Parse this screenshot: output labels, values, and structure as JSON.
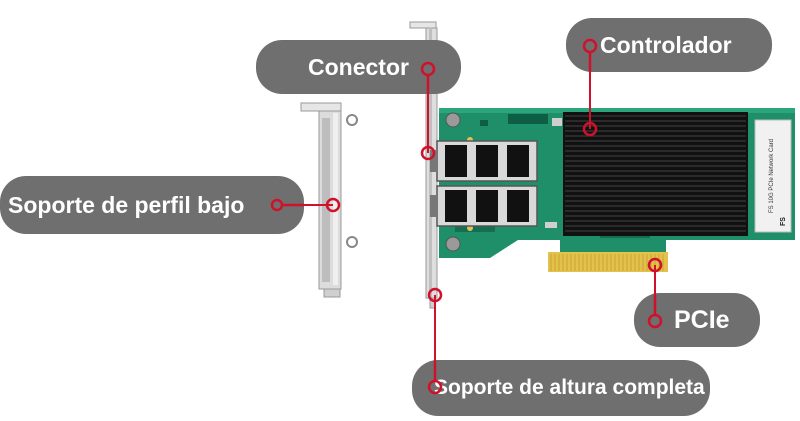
{
  "labels": {
    "conector": "Conector",
    "controlador": "Controlador",
    "soporte_bajo": "Soporte de perfil bajo",
    "pcie": "PCIe",
    "soporte_completo": "Soporte de altura completa"
  },
  "card": {
    "brand_mark": "FS",
    "sticker_text": "FS 10G PCIe Network Card"
  },
  "colors": {
    "pill": "#6f6f6f",
    "marker": "#d0112b",
    "pcb": "#1f8f6a",
    "heatsink": "#111111",
    "bracket": "#d9d9d9",
    "gold": "#e3c14a"
  }
}
